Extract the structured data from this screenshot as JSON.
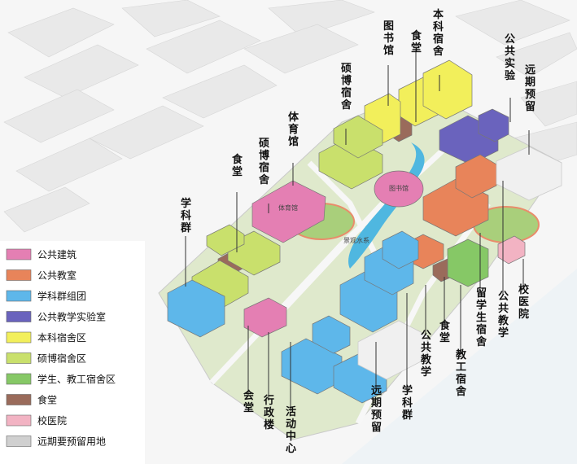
{
  "colors": {
    "public_building": "#e47fb3",
    "public_classroom": "#e8845a",
    "discipline_cluster": "#5eb7ea",
    "public_lab": "#6a63bd",
    "undergrad_dorm": "#f2ef5b",
    "grad_dorm": "#c9e06c",
    "student_staff_dorm": "#86c866",
    "canteen": "#9a6b5b",
    "hospital": "#f2b3c3",
    "reserved": "#d0d0d0",
    "water": "#4fb7e0",
    "green": "#dbe8c8",
    "road": "#f4f4f4",
    "context_block": "#ebebeb"
  },
  "legend": [
    {
      "key": "public_building",
      "label": "公共建筑"
    },
    {
      "key": "public_classroom",
      "label": "公共教室"
    },
    {
      "key": "discipline_cluster",
      "label": "学科群组团"
    },
    {
      "key": "public_lab",
      "label": "公共教学实验室"
    },
    {
      "key": "undergrad_dorm",
      "label": "本科宿舍区"
    },
    {
      "key": "grad_dorm",
      "label": "硕博宿舍区"
    },
    {
      "key": "student_staff_dorm",
      "label": "学生、教工宿舍区"
    },
    {
      "key": "canteen",
      "label": "食堂"
    },
    {
      "key": "hospital",
      "label": "校医院"
    },
    {
      "key": "reserved",
      "label": "远期要预留用地"
    }
  ],
  "labels": {
    "undergrad_dorm": "本科宿舍",
    "canteen_top": "食堂",
    "library": "图书馆",
    "public_lab": "公共实验",
    "future_reserve_top": "远期预留",
    "grad_dorm_top": "硕博宿舍",
    "gym": "体育馆",
    "grad_dorm_mid": "硕博宿舍",
    "canteen_mid": "食堂",
    "discipline_left": "学科群",
    "hospital": "校医院",
    "public_teaching_right": "公共教学",
    "intl_dorm": "留学生宿舍",
    "staff_dorm": "教工宿舍",
    "canteen_bottom": "食堂",
    "public_teaching_bottom": "公共教学",
    "discipline_bottom": "学科群",
    "future_reserve_bottom": "远期预留",
    "activity_center": "活动中心",
    "admin_building": "行政楼",
    "auditorium": "会堂"
  },
  "map_text": {
    "gym_in_map": "体育馆",
    "library_in_map": "图书馆",
    "water_in_map": "景观水系"
  }
}
